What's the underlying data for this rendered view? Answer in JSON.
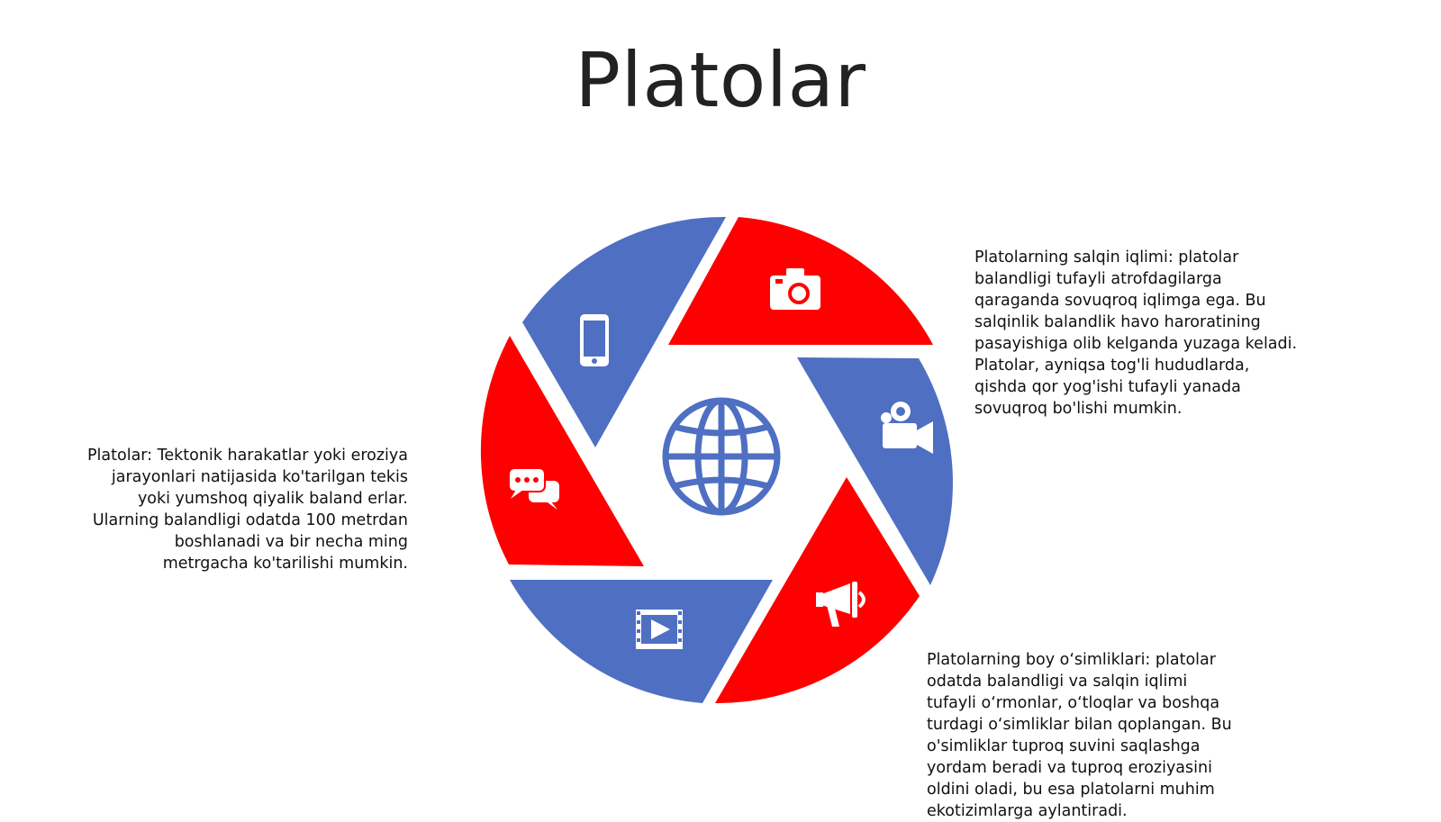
{
  "title": "Platolar",
  "paragraphs": {
    "left": "Platolar: Tektonik harakatlar yoki eroziya jarayonlari natijasida ko'tarilgan tekis yoki yumshoq qiyalik baland erlar. Ularning balandligi odatda 100 metrdan boshlanadi va bir necha ming metrgacha ko'tarilishi mumkin.",
    "right_top": "Platolarning salqin iqlimi: platolar balandligi tufayli atrofdagilarga qaraganda sovuqroq iqlimga ega. Bu salqinlik balandlik havo haroratining pasayishiga olib kelganda yuzaga keladi. Platolar, ayniqsa tog'li hududlarda, qishda qor yog'ishi tufayli yanada sovuqroq bo'lishi mumkin.",
    "right_bottom": "Platolarning boy o‘simliklari: platolar odatda balandligi va salqin iqlimi tufayli o‘rmonlar, o‘tloqlar va boshqa turdagi o‘simliklar bilan qoplangan. Bu o'simliklar tuproq suvini saqlashga yordam beradi va tuproq eroziyasini oldini oladi, bu esa platolarni muhim ekotizimlarga aylantiradi."
  },
  "colors": {
    "red": "#fe0000",
    "blue": "#4f6fc3",
    "title": "#222222"
  },
  "segments": [
    {
      "color": "red",
      "icon": "camera-icon"
    },
    {
      "color": "blue",
      "icon": "video-camera-icon"
    },
    {
      "color": "red",
      "icon": "megaphone-icon"
    },
    {
      "color": "blue",
      "icon": "film-play-icon"
    },
    {
      "color": "red",
      "icon": "chat-bubbles-icon"
    },
    {
      "color": "blue",
      "icon": "smartphone-icon"
    }
  ],
  "center_icon": "globe-icon"
}
